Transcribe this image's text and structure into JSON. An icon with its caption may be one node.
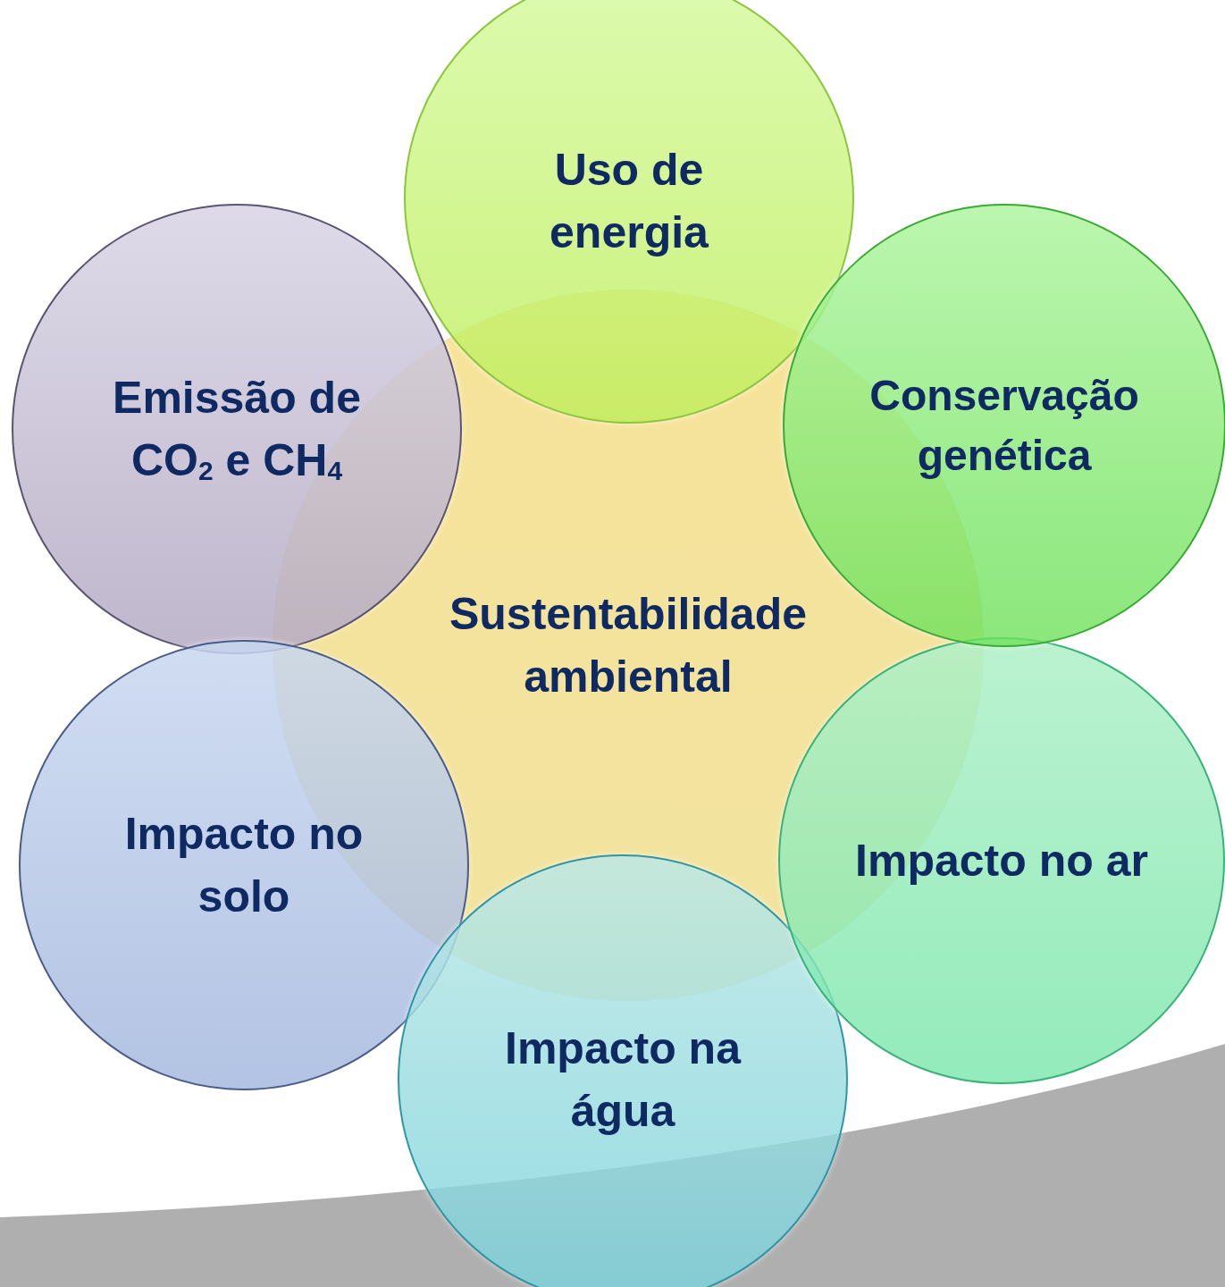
{
  "diagram": {
    "nodes": [
      {
        "text": [
          "Uso de energia"
        ]
      },
      {
        "text": [
          "Emissão de CO$_{2}$ e CH$_{4}$"
        ]
      },
      {
        "text": [
          "Conservação genética"
        ]
      },
      {
        "text": [
          "Sustentabilidade ambiental"
        ]
      },
      {
        "text": [
          "Impacto no ar"
        ]
      },
      {
        "text": [
          "Impacto no solo"
        ]
      },
      {
        "text": [
          "Impacto na água"
        ]
      }
    ]
  }
}
